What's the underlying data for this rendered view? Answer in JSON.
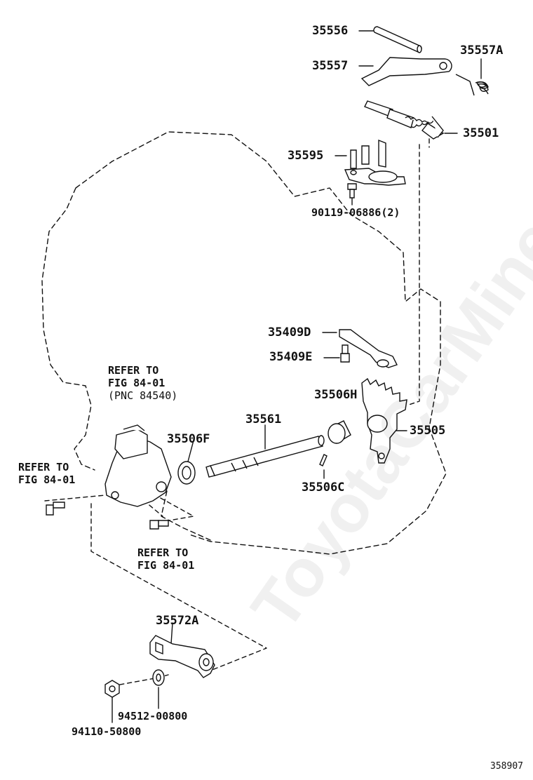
{
  "watermark": "ToyotaCarMine.ru",
  "figure_number": "358907",
  "parts": {
    "p35556": "35556",
    "p35557": "35557",
    "p35557A": "35557A",
    "p35501": "35501",
    "p35595": "35595",
    "p90119": "90119-06886(2)",
    "p35409D": "35409D",
    "p35409E": "35409E",
    "p35506H": "35506H",
    "p35505": "35505",
    "p35561": "35561",
    "p35506F": "35506F",
    "p35506C": "35506C",
    "p35572A": "35572A",
    "p94512": "94512-00800",
    "p94110": "94110-50800"
  },
  "notes": {
    "refer_pnc": {
      "line1": "REFER TO",
      "line2": "FIG 84-01",
      "line3": "(PNC 84540)"
    },
    "refer_left": {
      "line1": "REFER TO",
      "line2": "FIG 84-01"
    },
    "refer_bottom": {
      "line1": "REFER TO",
      "line2": "FIG 84-01"
    }
  }
}
